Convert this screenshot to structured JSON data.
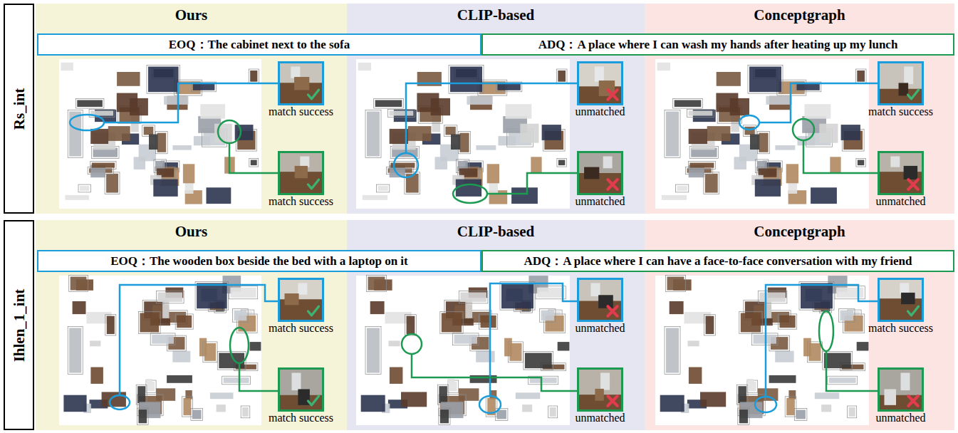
{
  "diagram": {
    "nodes": [
      {
        "text": [
          "Rs_int"
        ]
      },
      {
        "text": [
          "Ours"
        ]
      },
      {
        "text": [
          "CLIP-based"
        ]
      },
      {
        "text": [
          "Conceptgraph"
        ]
      },
      {
        "text": [
          "EOQ：The cabinet next to the sofa"
        ]
      },
      {
        "text": [
          "ADQ：A place where I can wash my hands after heating up my lunch"
        ]
      },
      {
        "text": [
          "match success"
        ],
        "in": 1
      },
      {
        "text": [
          "match success"
        ],
        "in": 1
      },
      {
        "text": [
          "unmatched"
        ],
        "in": 2
      },
      {
        "text": [
          "unmatched"
        ],
        "in": 2
      },
      {
        "text": [
          "match success"
        ],
        "in": 3
      },
      {
        "text": [
          "unmatched"
        ],
        "in": 3
      },
      {
        "text": [
          "Ihlen_1_int"
        ]
      },
      {
        "text": [
          "Ours"
        ]
      },
      {
        "text": [
          "CLIP-based"
        ]
      },
      {
        "text": [
          "Conceptgraph"
        ]
      },
      {
        "text": [
          "EOQ：The wooden box beside the bed with a laptop on it"
        ]
      },
      {
        "text": [
          "ADQ：A place where I can have a face-to-face conversation with my friend"
        ]
      },
      {
        "text": [
          "match success"
        ],
        "in": 13
      },
      {
        "text": [
          "match success"
        ],
        "in": 13
      },
      {
        "text": [
          "unmatched"
        ],
        "in": 14
      },
      {
        "text": [
          "unmatched"
        ],
        "in": 14
      },
      {
        "text": [
          "match success"
        ],
        "in": 15
      },
      {
        "text": [
          "unmatched"
        ],
        "in": 15
      }
    ]
  }
}
